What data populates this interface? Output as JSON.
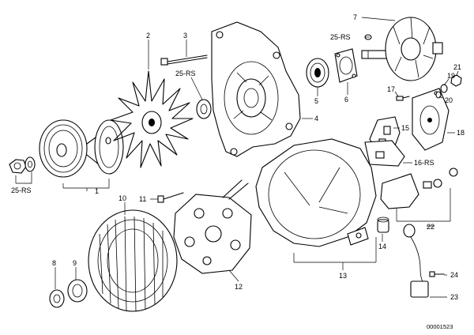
{
  "parts": [
    {
      "id": "1",
      "label": "1"
    },
    {
      "id": "2",
      "label": "2"
    },
    {
      "id": "3",
      "label": "3"
    },
    {
      "id": "4",
      "label": "4"
    },
    {
      "id": "5",
      "label": "5"
    },
    {
      "id": "6",
      "label": "6"
    },
    {
      "id": "7",
      "label": "7"
    },
    {
      "id": "8",
      "label": "8"
    },
    {
      "id": "9",
      "label": "9"
    },
    {
      "id": "10",
      "label": "10"
    },
    {
      "id": "11",
      "label": "11"
    },
    {
      "id": "12",
      "label": "12"
    },
    {
      "id": "13",
      "label": "13"
    },
    {
      "id": "14",
      "label": "14"
    },
    {
      "id": "15",
      "label": "15"
    },
    {
      "id": "16-rs",
      "label": "16-RS"
    },
    {
      "id": "17",
      "label": "17"
    },
    {
      "id": "18",
      "label": "18"
    },
    {
      "id": "19",
      "label": "19"
    },
    {
      "id": "20",
      "label": "20"
    },
    {
      "id": "21",
      "label": "21"
    },
    {
      "id": "22",
      "label": "22"
    },
    {
      "id": "23",
      "label": "23"
    },
    {
      "id": "24",
      "label": "24"
    },
    {
      "id": "25-rs-top",
      "label": "25-RS"
    },
    {
      "id": "25-rs-mid",
      "label": "25-RS"
    },
    {
      "id": "25-rs-left",
      "label": "25-RS"
    }
  ],
  "diagram_code": "00001523"
}
